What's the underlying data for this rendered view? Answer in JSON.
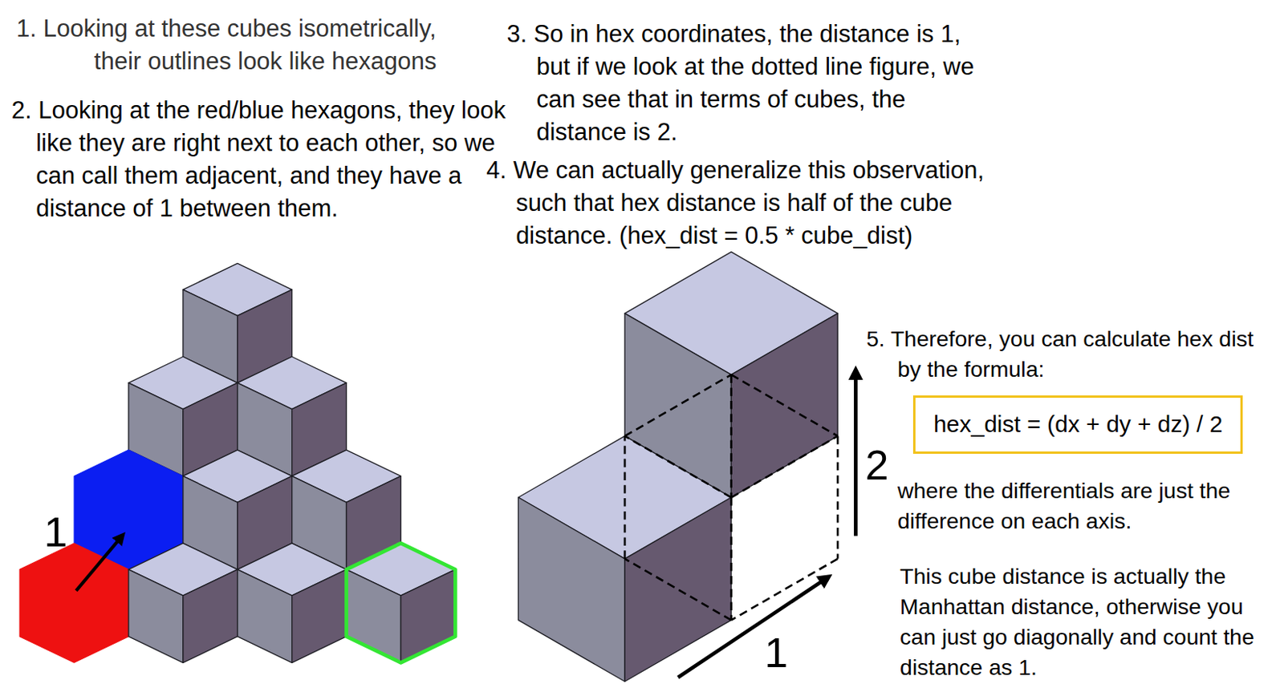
{
  "diagram": {
    "nodes": [
      {
        "text": [
          "hex_dist = (dx + dy + dz) / 2"
        ]
      }
    ],
    "labels": [
      "1. Looking at these cubes isometrically, their outlines look like hexagons",
      "2. Looking at the red/blue hexagons, they look like they are right next to each other, so we can call them adjacent, and they have a distance of 1 between them.",
      "3. So in hex coordinates, the distance is 1, but if we look at the dotted line figure, we can see that in terms of cubes, the distance is 2.",
      "4. We can actually generalize this observation, such that hex distance is half of the cube distance. (hex_dist = 0.5 * cube_dist)",
      "1",
      "5. Therefore, you can calculate hex dist by the formula:",
      "2",
      "where the differentials are just the difference on each axis.",
      "This cube distance is actually the Manhattan distance, otherwise you can just go diagonally and count the distance as 1.",
      "1"
    ]
  }
}
